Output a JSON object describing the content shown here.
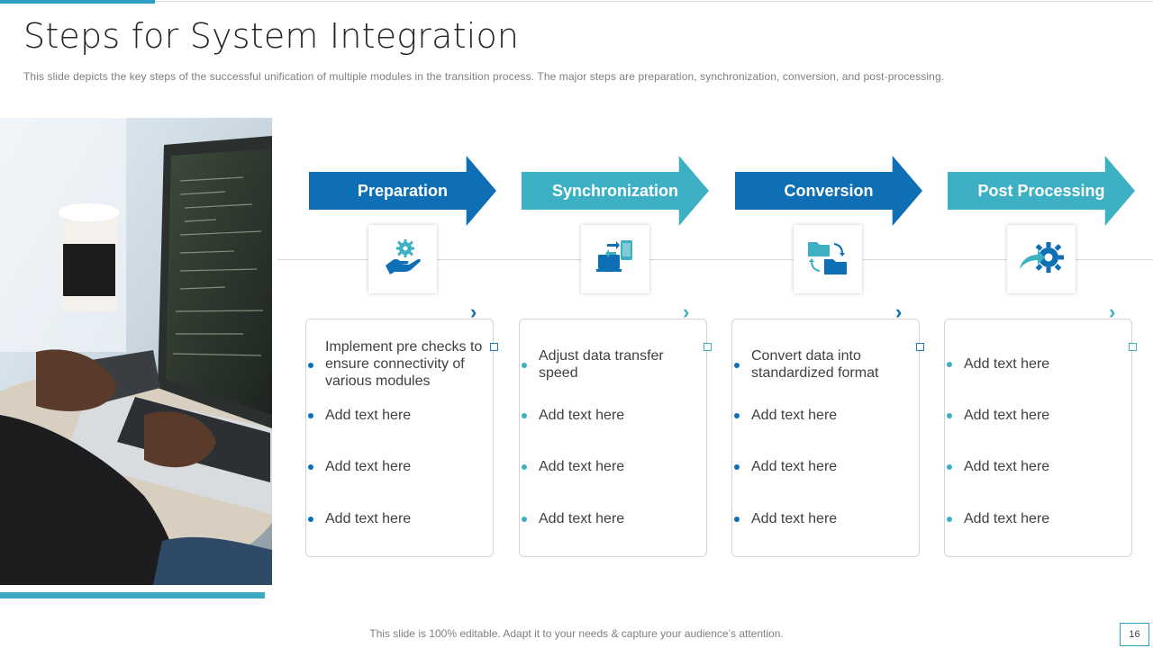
{
  "slide": {
    "title": "Steps for System Integration",
    "subtitle": "This slide depicts the key steps of the successful unification of multiple modules in the transition process. The major steps are preparation, synchronization, conversion, and post-processing.",
    "footer": "This slide is 100% editable. Adapt it to your needs & capture your audience’s attention.",
    "page_number": "16"
  },
  "colors": {
    "dark_blue": "#0e6fb4",
    "teal": "#3db0c4",
    "accent_line": "#2a9fc2"
  },
  "steps": [
    {
      "label": "Preparation",
      "icon": "gear-hand-icon",
      "bullets": [
        "Implement pre checks to ensure connectivity of various modules",
        "Add text here",
        "Add text here",
        "Add text here"
      ]
    },
    {
      "label": "Synchronization",
      "icon": "device-sync-icon",
      "bullets": [
        "Adjust data transfer speed",
        "Add text here",
        "Add text here",
        "Add text here"
      ]
    },
    {
      "label": "Conversion",
      "icon": "folder-convert-icon",
      "bullets": [
        "Convert data into standardized format",
        "Add text here",
        "Add text here",
        "Add text here"
      ]
    },
    {
      "label": "Post Processing",
      "icon": "gear-arrow-icon",
      "bullets": [
        "Add text here",
        "Add text here",
        "Add text here",
        "Add text here"
      ]
    }
  ]
}
